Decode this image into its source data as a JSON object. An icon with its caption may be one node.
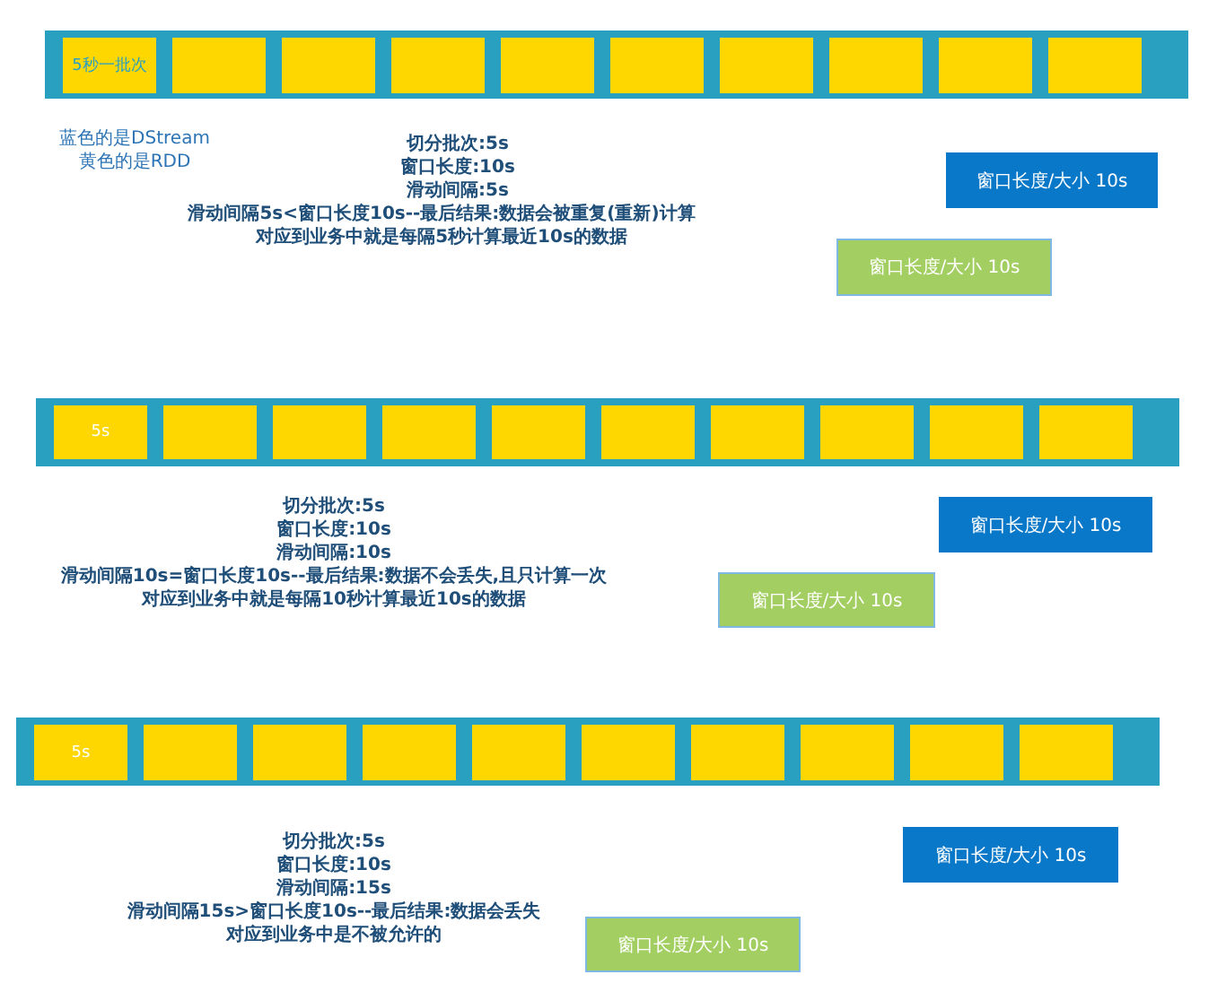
{
  "diagram": {
    "nodes": [
      {
        "text": [],
        "shape": "bar"
      },
      {
        "text": [
          "5秒一批次"
        ],
        "in": 0
      },
      {
        "text": [],
        "shape": "box",
        "in": 0
      },
      {
        "text": [],
        "shape": "box",
        "in": 0
      },
      {
        "text": [],
        "shape": "box",
        "in": 0
      },
      {
        "text": [],
        "shape": "box",
        "in": 0
      },
      {
        "text": [],
        "shape": "box",
        "in": 0
      },
      {
        "text": [],
        "shape": "box",
        "in": 0
      },
      {
        "text": [],
        "shape": "box",
        "in": 0
      },
      {
        "text": [],
        "shape": "box",
        "in": 0
      },
      {
        "text": [],
        "shape": "box",
        "in": 0
      },
      {
        "text": [
          "窗口长度/大小 10s"
        ]
      },
      {
        "text": [
          "窗口长度/大小 10s"
        ]
      },
      {
        "text": [],
        "shape": "bar"
      },
      {
        "text": [
          "5s"
        ],
        "in": 13
      },
      {
        "text": [],
        "shape": "box",
        "in": 13
      },
      {
        "text": [],
        "shape": "box",
        "in": 13
      },
      {
        "text": [],
        "shape": "box",
        "in": 13
      },
      {
        "text": [],
        "shape": "box",
        "in": 13
      },
      {
        "text": [],
        "shape": "box",
        "in": 13
      },
      {
        "text": [],
        "shape": "box",
        "in": 13
      },
      {
        "text": [],
        "shape": "box",
        "in": 13
      },
      {
        "text": [],
        "shape": "box",
        "in": 13
      },
      {
        "text": [],
        "shape": "box",
        "in": 13
      },
      {
        "text": [
          "窗口长度/大小 10s"
        ]
      },
      {
        "text": [
          "窗口长度/大小 10s"
        ]
      },
      {
        "text": [],
        "shape": "bar"
      },
      {
        "text": [
          "5s"
        ],
        "in": 26
      },
      {
        "text": [],
        "shape": "box",
        "in": 26
      },
      {
        "text": [],
        "shape": "box",
        "in": 26
      },
      {
        "text": [],
        "shape": "box",
        "in": 26
      },
      {
        "text": [],
        "shape": "box",
        "in": 26
      },
      {
        "text": [],
        "shape": "box",
        "in": 26
      },
      {
        "text": [],
        "shape": "box",
        "in": 26
      },
      {
        "text": [],
        "shape": "box",
        "in": 26
      },
      {
        "text": [],
        "shape": "box",
        "in": 26
      },
      {
        "text": [],
        "shape": "box",
        "in": 26
      },
      {
        "text": [
          "窗口长度/大小 10s"
        ]
      },
      {
        "text": [
          "窗口长度/大小 10s"
        ]
      }
    ],
    "labels": [
      "蓝色的是DStream",
      "黄色的是RDD",
      "切分批次:5s",
      "窗口长度:10s",
      "滑动间隔:5s",
      "滑动间隔5s<窗口长度10s--最后结果:数据会被重复(重新)计算",
      "对应到业务中就是每隔5秒计算最近10s的数据",
      "切分批次:5s",
      "窗口长度:10s",
      "滑动间隔:10s",
      "滑动间隔10s=窗口长度10s--最后结果:数据不会丢失,且只计算一次",
      "对应到业务中就是每隔10秒计算最近10s的数据",
      "切分批次:5s",
      "窗口长度:10s",
      "滑动间隔:15s",
      "滑动间隔15s>窗口长度10s--最后结果:数据会丢失",
      "对应到业务中是不被允许的"
    ]
  }
}
